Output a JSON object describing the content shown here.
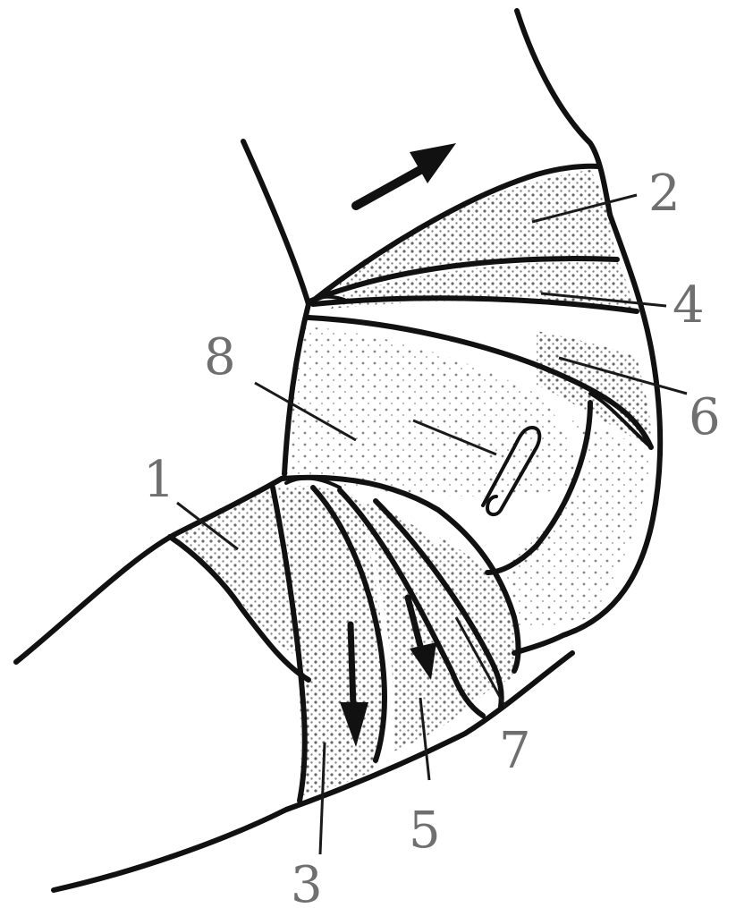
{
  "diagram": {
    "labels": {
      "l1": "1",
      "l2": "2",
      "l3": "3",
      "l4": "4",
      "l5": "5",
      "l6": "6",
      "l7": "7",
      "l8": "8"
    },
    "colors": {
      "ink": "#111111",
      "label": "#6f6f6f",
      "stipple": "#555555",
      "background": "#ffffff"
    }
  }
}
